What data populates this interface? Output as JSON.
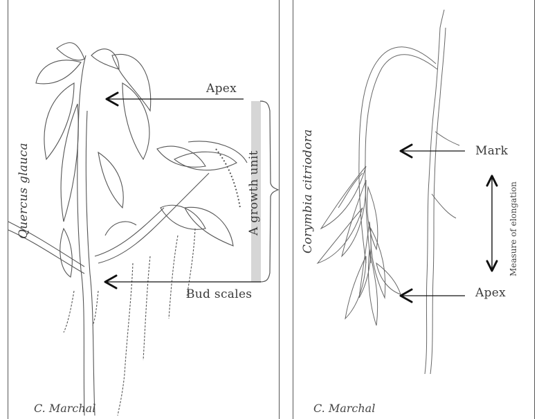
{
  "left_panel": {
    "species": "Quercus glauca",
    "apex_label": "Apex",
    "growth_unit_label": "A growth unit",
    "bud_scales_label": "Bud scales",
    "credit": "C. Marchal"
  },
  "right_panel": {
    "species": "Corymbia citriodora",
    "mark_label": "Mark",
    "elongation_label": "Measure of elongation",
    "apex_label": "Apex",
    "credit": "C. Marchal"
  },
  "colors": {
    "line": "#555555",
    "arrow": "#111111",
    "bracket_fill": "#d6d6d6"
  }
}
